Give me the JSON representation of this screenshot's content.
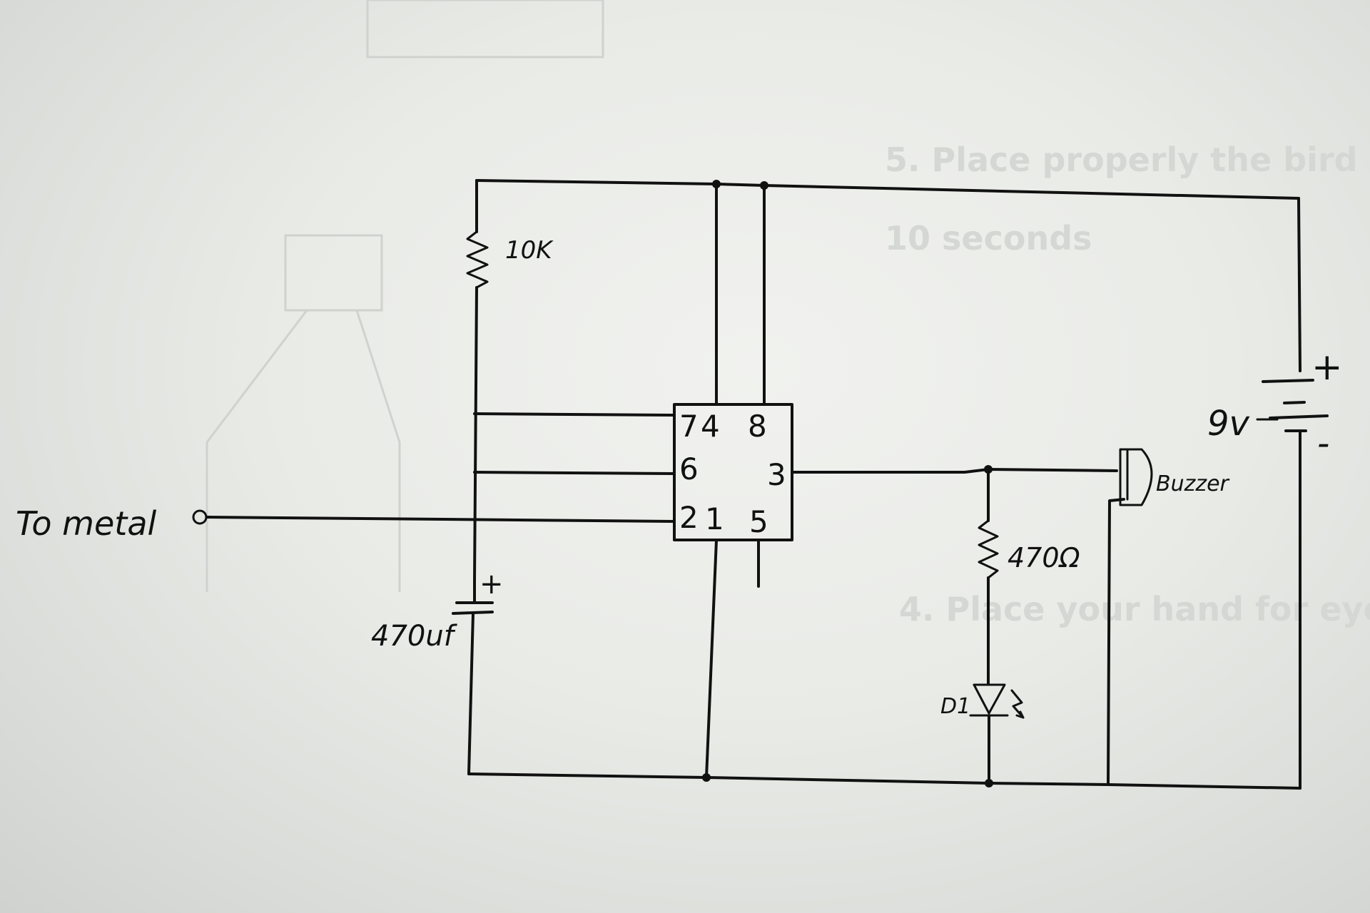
{
  "labels": {
    "to_metal": "To metal",
    "resistor_10k": "10K",
    "capacitor": "470uf",
    "cap_plus": "+",
    "resistor_470": "470Ω",
    "diode": "D1",
    "buzzer": "Buzzer",
    "battery": "9v",
    "battery_plus": "+",
    "battery_minus": "-"
  },
  "ic_pins": {
    "p7": "7",
    "p4": "4",
    "p8": "8",
    "p6": "6",
    "p3": "3",
    "p2": "2",
    "p1": "1",
    "p5": "5"
  }
}
